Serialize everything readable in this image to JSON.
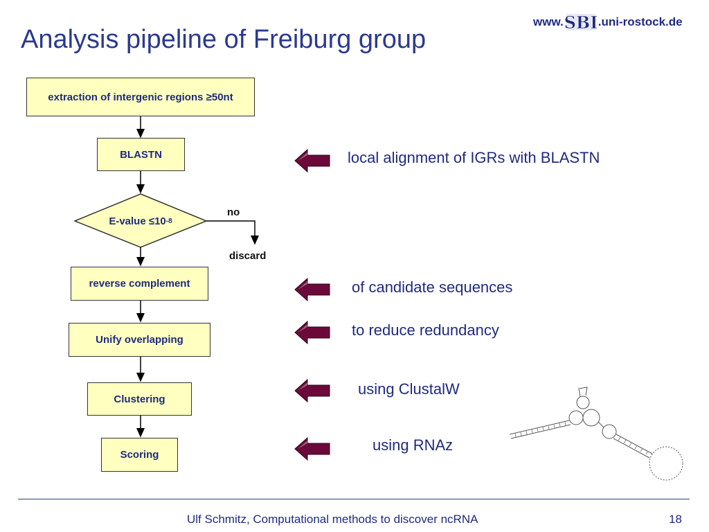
{
  "header": {
    "title": "Analysis pipeline of Freiburg group",
    "logo_prefix": "www.",
    "logo_mark": "SBI",
    "logo_suffix": ".uni-rostock.de"
  },
  "flow": {
    "step_extraction": "extraction of intergenic regions ≥50nt",
    "step_blastn": "BLASTN",
    "decision_text": "E-value ≤10",
    "decision_sup": "-8",
    "branch_no": "no",
    "branch_discard": "discard",
    "step_revcomp": "reverse complement",
    "step_unify": "Unify overlapping",
    "step_clustering": "Clustering",
    "step_scoring": "Scoring"
  },
  "notes": {
    "blastn": "local alignment of IGRs with BLASTN",
    "revcomp": "of candidate sequences",
    "unify": "to reduce redundancy",
    "clustering": "using ClustalW",
    "scoring": "using RNAz"
  },
  "colors": {
    "box_fill": "#ffffc0",
    "text_blue": "#1f2a80",
    "arrow_fill": "#6b0a3a"
  },
  "footer": {
    "text": "Ulf Schmitz, Computational methods to discover ncRNA",
    "page_number": "18"
  }
}
